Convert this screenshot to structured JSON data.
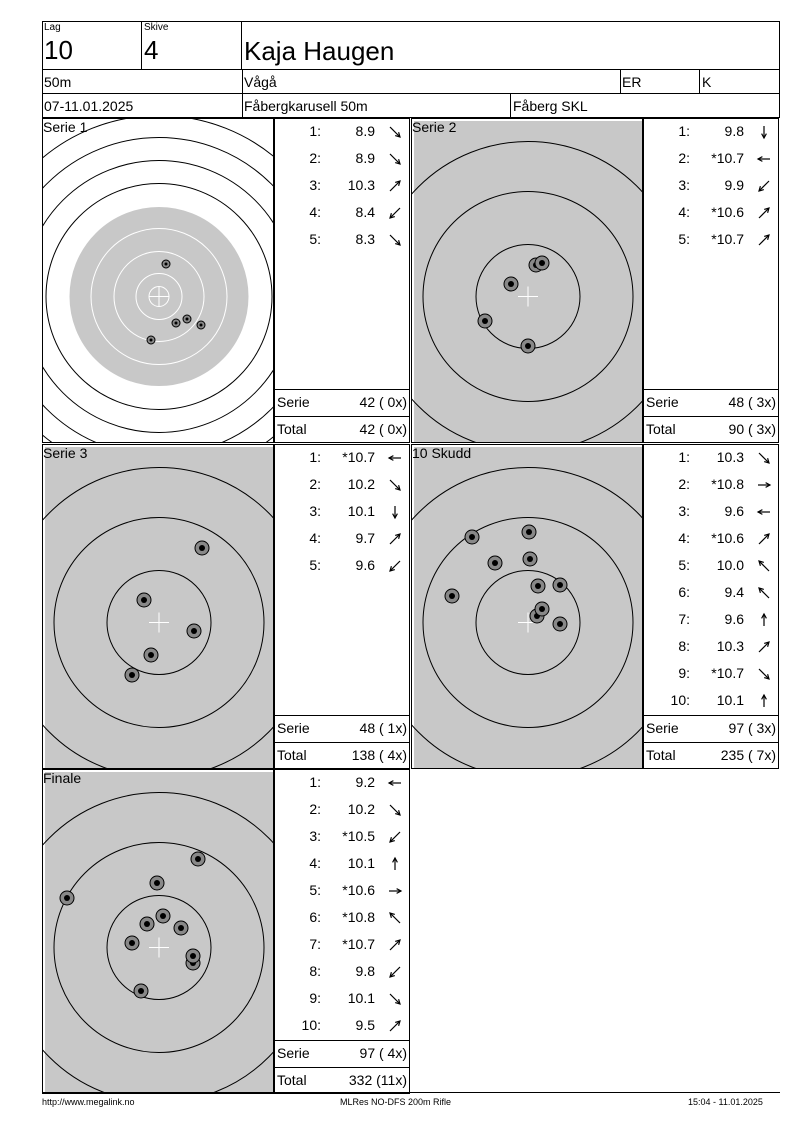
{
  "header": {
    "lag_label": "Lag",
    "lag_value": "10",
    "skive_label": "Skive",
    "skive_value": "4",
    "name": "Kaja Haugen",
    "distance": "50m",
    "club": "Vågå",
    "class1": "ER",
    "class2": "K",
    "date": "07-11.01.2025",
    "event": "Fåbergkarusell 50m",
    "organizer": "Fåberg SKL"
  },
  "panels": [
    {
      "title": "Serie 1",
      "target_type": "rings",
      "shots": [
        {
          "n": "1:",
          "v": "8.9",
          "dir": "se"
        },
        {
          "n": "2:",
          "v": "8.9",
          "dir": "se"
        },
        {
          "n": "3:",
          "v": "10.3",
          "dir": "ne"
        },
        {
          "n": "4:",
          "v": "8.4",
          "dir": "sw"
        },
        {
          "n": "5:",
          "v": "8.3",
          "dir": "se"
        }
      ],
      "serie_label": "Serie",
      "serie_value": "42 ( 0x)",
      "total_label": "Total",
      "total_value": "42 ( 0x)"
    },
    {
      "title": "Serie 2",
      "target_type": "zoom",
      "shots": [
        {
          "n": "1:",
          "v": "9.8",
          "dir": "s"
        },
        {
          "n": "2:",
          "v": "*10.7",
          "dir": "w"
        },
        {
          "n": "3:",
          "v": "9.9",
          "dir": "sw"
        },
        {
          "n": "4:",
          "v": "*10.6",
          "dir": "ne"
        },
        {
          "n": "5:",
          "v": "*10.7",
          "dir": "ne"
        }
      ],
      "serie_label": "Serie",
      "serie_value": "48 ( 3x)",
      "total_label": "Total",
      "total_value": "90 ( 3x)"
    },
    {
      "title": "Serie 3",
      "target_type": "zoom",
      "shots": [
        {
          "n": "1:",
          "v": "*10.7",
          "dir": "w"
        },
        {
          "n": "2:",
          "v": "10.2",
          "dir": "se"
        },
        {
          "n": "3:",
          "v": "10.1",
          "dir": "s"
        },
        {
          "n": "4:",
          "v": "9.7",
          "dir": "ne"
        },
        {
          "n": "5:",
          "v": "9.6",
          "dir": "sw"
        }
      ],
      "serie_label": "Serie",
      "serie_value": "48 ( 1x)",
      "total_label": "Total",
      "total_value": "138 ( 4x)"
    },
    {
      "title": "10 Skudd",
      "target_type": "zoom",
      "shots": [
        {
          "n": "1:",
          "v": "10.3",
          "dir": "se"
        },
        {
          "n": "2:",
          "v": "*10.8",
          "dir": "e"
        },
        {
          "n": "3:",
          "v": "9.6",
          "dir": "w"
        },
        {
          "n": "4:",
          "v": "*10.6",
          "dir": "ne"
        },
        {
          "n": "5:",
          "v": "10.0",
          "dir": "nw"
        },
        {
          "n": "6:",
          "v": "9.4",
          "dir": "nw"
        },
        {
          "n": "7:",
          "v": "9.6",
          "dir": "n"
        },
        {
          "n": "8:",
          "v": "10.3",
          "dir": "ne"
        },
        {
          "n": "9:",
          "v": "*10.7",
          "dir": "se"
        },
        {
          "n": "10:",
          "v": "10.1",
          "dir": "n"
        }
      ],
      "serie_label": "Serie",
      "serie_value": "97 ( 3x)",
      "total_label": "Total",
      "total_value": "235 ( 7x)"
    },
    {
      "title": "Finale",
      "target_type": "zoom",
      "shots": [
        {
          "n": "1:",
          "v": "9.2",
          "dir": "w"
        },
        {
          "n": "2:",
          "v": "10.2",
          "dir": "se"
        },
        {
          "n": "3:",
          "v": "*10.5",
          "dir": "sw"
        },
        {
          "n": "4:",
          "v": "10.1",
          "dir": "n"
        },
        {
          "n": "5:",
          "v": "*10.6",
          "dir": "e"
        },
        {
          "n": "6:",
          "v": "*10.8",
          "dir": "nw"
        },
        {
          "n": "7:",
          "v": "*10.7",
          "dir": "ne"
        },
        {
          "n": "8:",
          "v": "9.8",
          "dir": "sw"
        },
        {
          "n": "9:",
          "v": "10.1",
          "dir": "se"
        },
        {
          "n": "10:",
          "v": "9.5",
          "dir": "ne"
        }
      ],
      "serie_label": "Serie",
      "serie_value": "97 ( 4x)",
      "total_label": "Total",
      "total_value": "332 (11x)"
    }
  ],
  "footer": {
    "left": "http://www.megalink.no",
    "center": "MLRes NO-DFS 200m Rifle",
    "right": "15:04 - 11.01.2025"
  }
}
